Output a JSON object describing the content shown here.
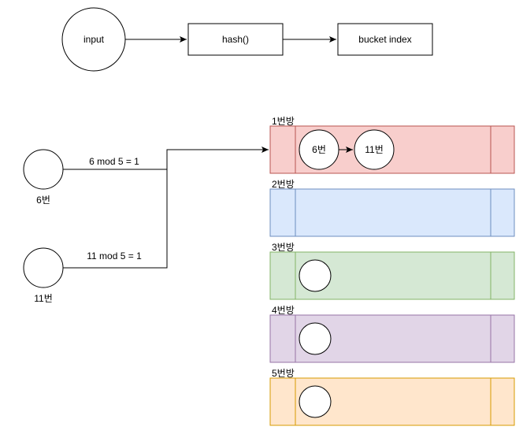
{
  "pipeline": {
    "input_label": "input",
    "hash_label": "hash()",
    "bucket_label": "bucket index"
  },
  "keys": [
    {
      "name": "6번",
      "formula": "6 mod 5 = 1"
    },
    {
      "name": "11번",
      "formula": "11 mod 5 = 1"
    }
  ],
  "buckets": [
    {
      "label": "1번방",
      "fill": "#f8cecc",
      "stroke": "#b85450",
      "items": [
        "6번",
        "11번"
      ]
    },
    {
      "label": "2번방",
      "fill": "#dae8fc",
      "stroke": "#6c8ebf",
      "items": []
    },
    {
      "label": "3번방",
      "fill": "#d5e8d4",
      "stroke": "#82b366",
      "items": [
        ""
      ]
    },
    {
      "label": "4번방",
      "fill": "#e1d5e7",
      "stroke": "#9673a6",
      "items": [
        ""
      ]
    },
    {
      "label": "5번방",
      "fill": "#ffe6cc",
      "stroke": "#d79b00",
      "items": [
        ""
      ]
    }
  ]
}
